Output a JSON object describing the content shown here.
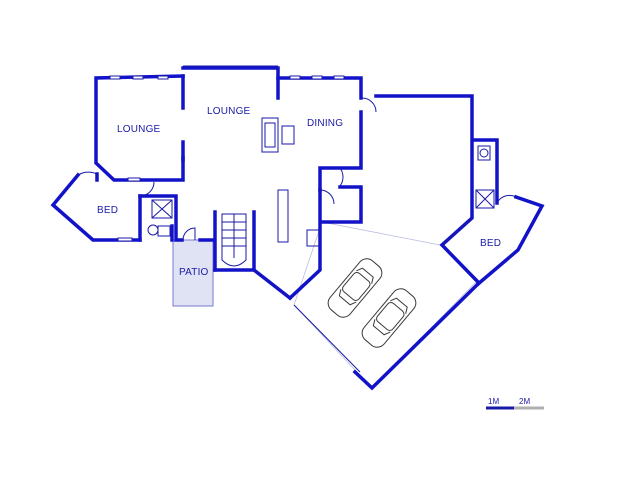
{
  "rooms": {
    "lounge_left": "LOUNGE",
    "lounge_center": "LOUNGE",
    "dining": "DINING",
    "bed_left": "BED",
    "bed_right": "BED",
    "patio": "PATIO"
  },
  "scale_bar": {
    "label_1": "1M",
    "label_2": "2M"
  },
  "colors": {
    "wall": "#1212c8",
    "patio_fill": "#dfe3f3",
    "outline": "#1a1aa8"
  }
}
